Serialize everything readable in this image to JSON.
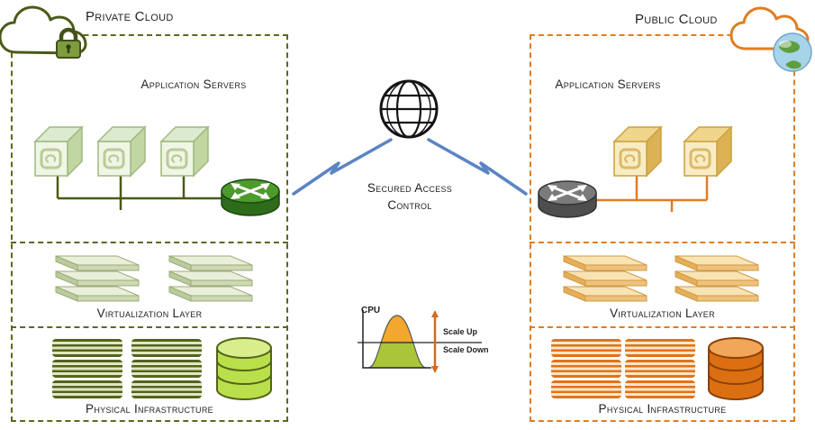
{
  "private_cloud": {
    "title": "Private Cloud",
    "app_servers_label": "Application Servers",
    "virtualization_label": "Virtualization Layer",
    "physical_label": "Physical Infrastructure",
    "accent_color": "#5a6a1e"
  },
  "public_cloud": {
    "title": "Public Cloud",
    "app_servers_label": "Application Servers",
    "virtualization_label": "Virtualization Layer",
    "physical_label": "Physical Infrastructure",
    "accent_color": "#e07d22"
  },
  "center": {
    "access_line1": "Secured Access",
    "access_line2": "Control",
    "link_color": "#5b84c4"
  },
  "cpu_chart": {
    "title": "CPU",
    "scale_up_label": "Scale Up",
    "scale_down_label": "Scale Down",
    "curve_above_color": "#f2a72e",
    "curve_below_color": "#a9c63a",
    "threshold_line_color": "#222222",
    "scale_line_color": "#d2691e"
  },
  "icons": {
    "private-cloud-icon": "cloud outline with padlock",
    "public-cloud-icon": "cloud outline with earth globe",
    "internet-globe-icon": "wireframe globe",
    "app-server-cube-icon": "translucent 3d cube",
    "router-icon": "cylinder with crossed arrows",
    "virtualization-stack-icon": "three stacked 3d slabs",
    "server-rack-icon": "rack unit with slats",
    "database-icon": "stacked cylinder",
    "network-bolt-icon": "blue zigzag link"
  }
}
